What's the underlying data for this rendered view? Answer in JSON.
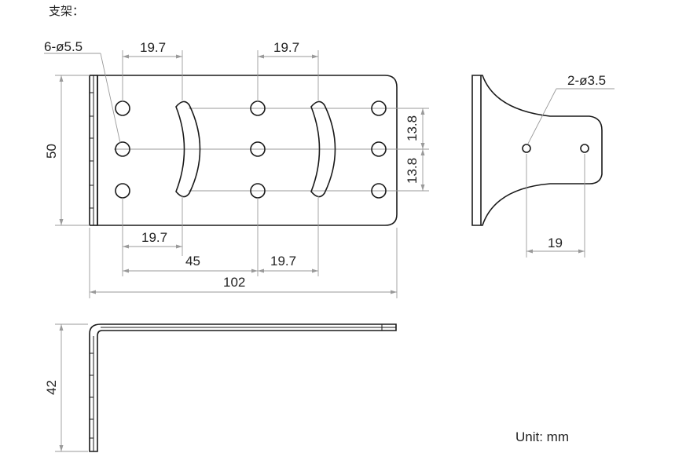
{
  "title": "支架：",
  "unit": "Unit: mm",
  "dimensions": {
    "hole_callout": "6-ø5.5",
    "side_hole_callout": "2-ø3.5",
    "top_spacing_left": "19.7",
    "top_spacing_right": "19.7",
    "height": "50",
    "vertical_spacing_upper": "13.8",
    "vertical_spacing_lower": "13.8",
    "bottom_spacing_left": "19.7",
    "slot_span": "45",
    "bottom_spacing_right": "19.7",
    "overall_length": "102",
    "side_hole_spacing": "19",
    "bent_height": "42"
  }
}
